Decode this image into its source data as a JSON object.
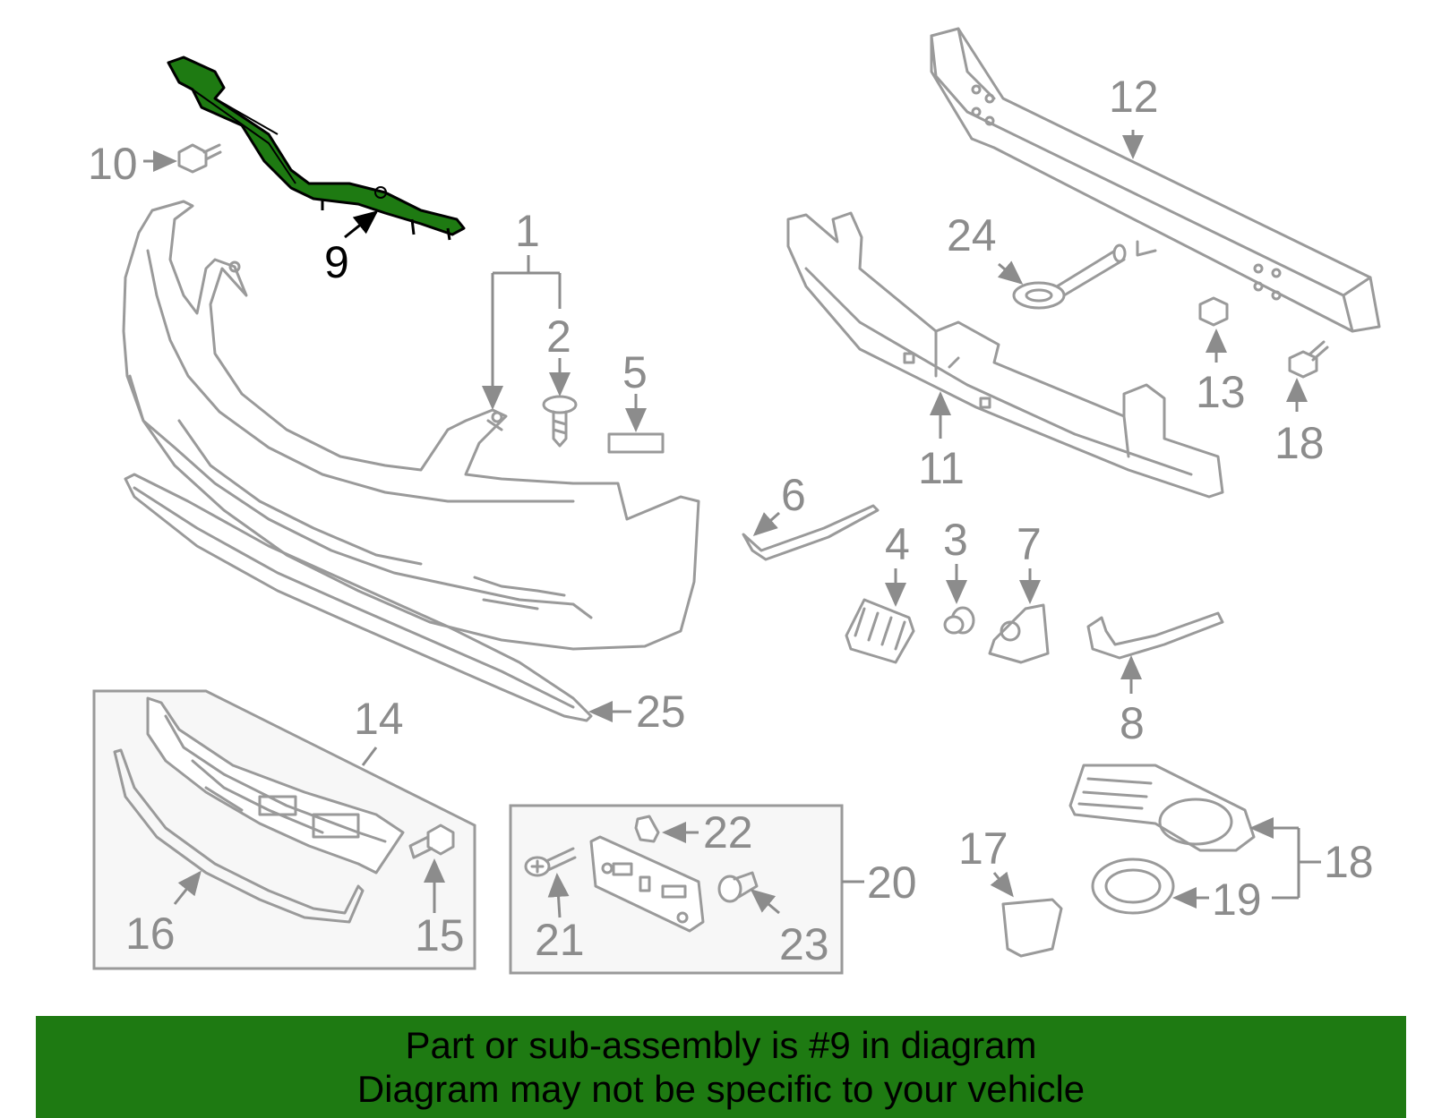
{
  "diagram": {
    "callouts": {
      "c1": "1",
      "c2": "2",
      "c3": "3",
      "c4": "4",
      "c5": "5",
      "c6": "6",
      "c7": "7",
      "c8": "8",
      "c9": "9",
      "c10": "10",
      "c11": "11",
      "c12": "12",
      "c13": "13",
      "c14": "14",
      "c15": "15",
      "c16": "16",
      "c17": "17",
      "c18a": "18",
      "c18b": "18",
      "c19": "19",
      "c20": "20",
      "c21": "21",
      "c22": "22",
      "c23": "23",
      "c24": "24",
      "c25": "25"
    },
    "highlight_part": "9",
    "colors": {
      "highlight": "#1e7a12",
      "line": "#9a9a9a",
      "label": "#8c8c8c",
      "banner": "#1e7a12"
    }
  },
  "banner": {
    "line1": "Part or sub-assembly is #9 in diagram",
    "line2": "Diagram may not be specific to your vehicle"
  }
}
